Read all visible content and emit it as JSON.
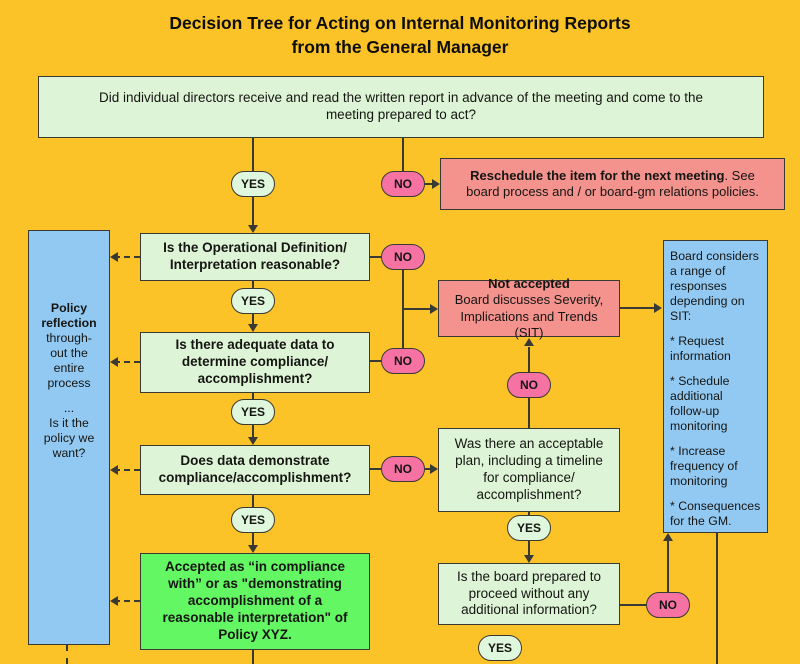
{
  "title": {
    "line1": "Decision Tree for Acting on Internal Monitoring Reports",
    "line2": "from the General Manager"
  },
  "labels": {
    "yes": "YES",
    "no": "NO"
  },
  "nodes": {
    "q_report_read": "Did individual directors receive and read the written report in advance of the meeting and come to the meeting prepared to act?",
    "reschedule": {
      "bold": "Reschedule the item for the next meeting",
      "rest": ". See board process and / or board-gm relations policies."
    },
    "q_operational": "Is the Operational Definition/ Interpretation reasonable?",
    "q_adequate_data": "Is there adequate data to determine compliance/ accomplishment?",
    "q_demonstrate": "Does data demonstrate compliance/accomplishment?",
    "accepted": "Accepted as “in compliance with” or as \"demonstrating accomplishment of a reasonable interpretation\" of Policy XYZ.",
    "not_accepted": {
      "title": "Not accepted",
      "body": "Board discusses Severity, Implications and Trends (SIT)"
    },
    "q_plan": "Was there an acceptable plan, including a timeline for compliance/ accomplishment?",
    "q_proceed": "Is the board prepared to proceed without any additional information?",
    "policy_reflection": {
      "bold": "Policy reflection",
      "line2": "through-out the entire process",
      "dots": "...",
      "line3": "Is it the policy we want?"
    },
    "board_considers": {
      "intro": "Board considers a range of responses depending on SIT:",
      "item1": "* Request information",
      "item2": "* Schedule additional follow-up monitoring",
      "item3": "* Increase frequency of monitoring",
      "item4": "* Consequences for the GM."
    }
  },
  "colors": {
    "background": "#FCC328",
    "question_box": "#DDF5D6",
    "accepted_box": "#63F763",
    "alert_box": "#F4928E",
    "no_oval": "#F672A2",
    "yes_oval": "#DFF7DC",
    "info_box": "#92C9F2",
    "line": "#3A3A35"
  }
}
